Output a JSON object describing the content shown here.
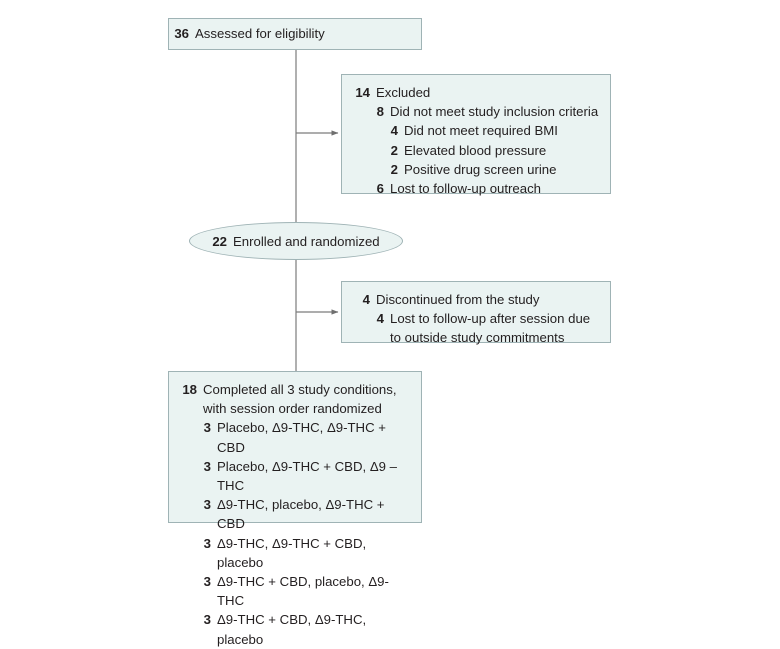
{
  "diagram": {
    "title": "CONSORT participant flow diagram",
    "colors": {
      "box_fill": "#eaf3f2",
      "box_border": "#9fb3b5",
      "connector": "#7c7c7c",
      "text": "#231f20"
    },
    "assessed": {
      "count": "36",
      "label": "Assessed for eligibility"
    },
    "excluded": {
      "count": "14",
      "label": "Excluded",
      "reasons": [
        {
          "count": "8",
          "label": "Did not meet study inclusion criteria",
          "level": 1
        },
        {
          "count": "4",
          "label": "Did not meet required BMI",
          "level": 2
        },
        {
          "count": "2",
          "label": "Elevated blood pressure",
          "level": 2
        },
        {
          "count": "2",
          "label": "Positive drug screen urine",
          "level": 2
        },
        {
          "count": "6",
          "label": "Lost to follow-up outreach",
          "level": 1
        }
      ]
    },
    "enrolled": {
      "count": "22",
      "label": "Enrolled and randomized"
    },
    "discontinued": {
      "count": "4",
      "label": "Discontinued from the study",
      "reasons": [
        {
          "count": "4",
          "label": "Lost to follow-up after session due",
          "label_continued": "to outside study commitments",
          "level": 1
        }
      ]
    },
    "completed": {
      "count": "18",
      "label": "Completed all 3 study conditions,",
      "label_continued": "with session order randomized",
      "sequences": [
        {
          "count": "3",
          "label": "Placebo, Δ9-THC, Δ9-THC + CBD"
        },
        {
          "count": "3",
          "label": "Placebo, Δ9-THC + CBD, Δ9 – THC"
        },
        {
          "count": "3",
          "label": "Δ9-THC, placebo, Δ9-THC + CBD"
        },
        {
          "count": "3",
          "label": "Δ9-THC, Δ9-THC + CBD, placebo"
        },
        {
          "count": "3",
          "label": "Δ9-THC + CBD, placebo, Δ9-THC"
        },
        {
          "count": "3",
          "label": "Δ9-THC + CBD, Δ9-THC, placebo"
        }
      ]
    }
  }
}
